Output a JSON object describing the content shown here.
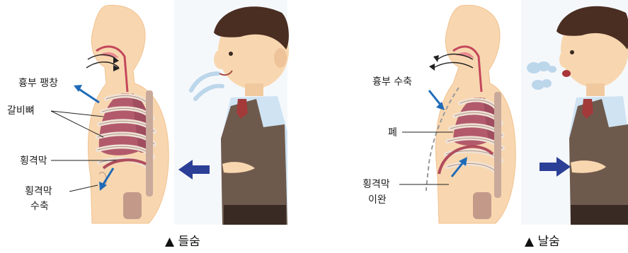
{
  "inhale": {
    "label_chest": "흉부 팽창",
    "label_ribs": "갈비뼈",
    "label_diaphragm": "횡격막",
    "label_diaphragm_state_line1": "횡격막",
    "label_diaphragm_state_line2": "수축",
    "caption": "▲ 들숨"
  },
  "exhale": {
    "label_chest": "흉부 수축",
    "label_lung": "폐",
    "label_diaphragm_state_line1": "횡격막",
    "label_diaphragm_state_line2": "이완",
    "caption": "▲ 날숨"
  },
  "colors": {
    "skin": "#f8d7b0",
    "body_outline": "#f2c08e",
    "lung": "#b25a6c",
    "rib": "#efe3d8",
    "arrow_blue": "#1f6bb8",
    "arrow_navy": "#2b3f96",
    "vest": "#6e5a4d",
    "shirt": "#cfe3f3",
    "hair": "#4a2e22",
    "tie": "#a23a3a",
    "air": "#bcd6ea",
    "dashed": "#9a9a9a"
  }
}
